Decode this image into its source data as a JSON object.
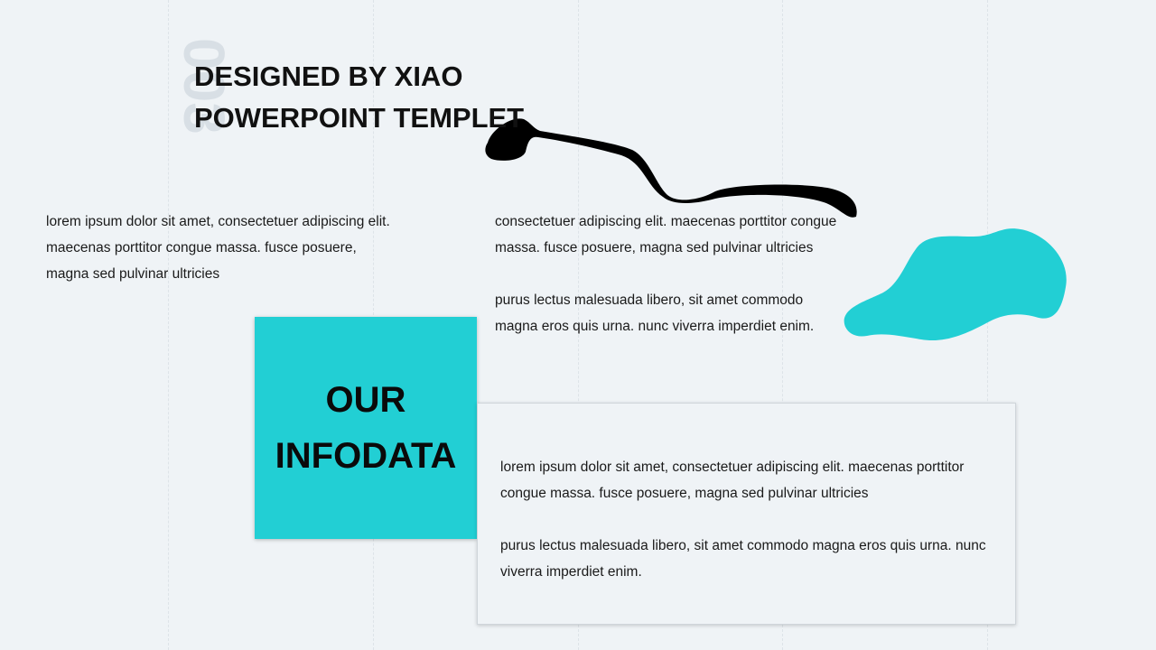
{
  "slide": {
    "number": "003",
    "title_line1": "DESIGNED BY XIAO",
    "title_line2": "POWERPOINT TEMPLET"
  },
  "paragraphs": {
    "left": [
      "lorem ipsum dolor sit amet, consectetuer adipiscing elit.",
      "maecenas porttitor congue massa. fusce posuere,",
      "magna sed pulvinar ultricies"
    ],
    "right_top": [
      "consectetuer adipiscing elit. maecenas porttitor congue",
      "massa. fusce posuere, magna sed pulvinar ultricies"
    ],
    "right_bottom": [
      "purus lectus malesuada libero, sit amet commodo",
      "magna eros quis urna. nunc viverra  imperdiet enim."
    ]
  },
  "feature_box": {
    "line1": "OUR",
    "line2": "INFODATA"
  },
  "info_card": {
    "para1": [
      "lorem ipsum dolor sit amet, consectetuer adipiscing elit. maecenas porttitor",
      "congue massa. fusce posuere, magna sed pulvinar ultricies"
    ],
    "para2": [
      "purus lectus malesuada libero, sit amet commodo magna eros quis urna. nunc",
      "viverra  imperdiet enim."
    ]
  },
  "colors": {
    "accent": "#22cfd4",
    "background": "#eff3f6",
    "ink": "#000000"
  }
}
